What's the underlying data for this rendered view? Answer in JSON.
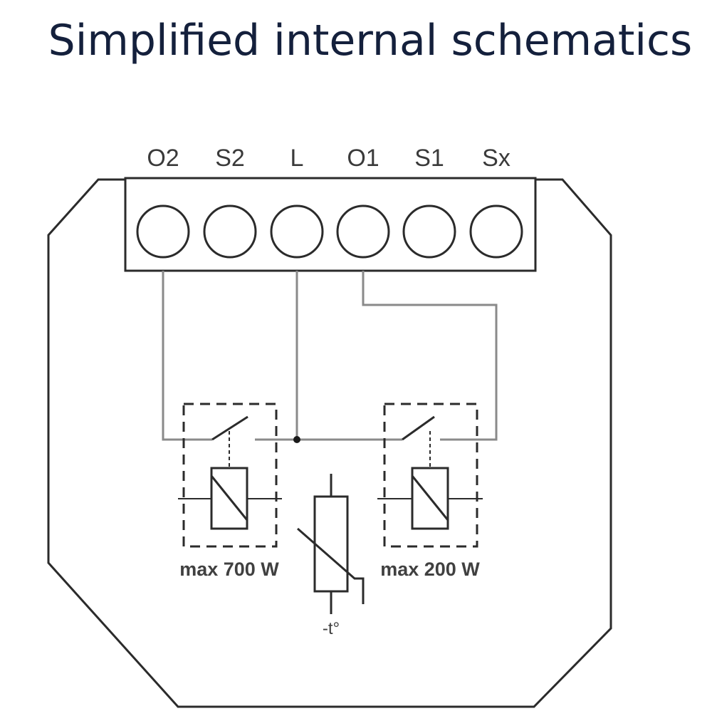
{
  "title": "Simplified internal schematics",
  "terminals": [
    {
      "id": "o2",
      "label": "O2"
    },
    {
      "id": "s2",
      "label": "S2"
    },
    {
      "id": "l",
      "label": "L"
    },
    {
      "id": "o1",
      "label": "O1"
    },
    {
      "id": "s1",
      "label": "S1"
    },
    {
      "id": "sx",
      "label": "Sx"
    }
  ],
  "relays": {
    "left": {
      "rating": "max 700 W"
    },
    "right": {
      "rating": "max 200 W"
    }
  },
  "thermistor": {
    "label": "-t°"
  },
  "colors": {
    "title": "#14203c",
    "stroke": "#2b2b2b",
    "wire": "#8a8a8a"
  }
}
